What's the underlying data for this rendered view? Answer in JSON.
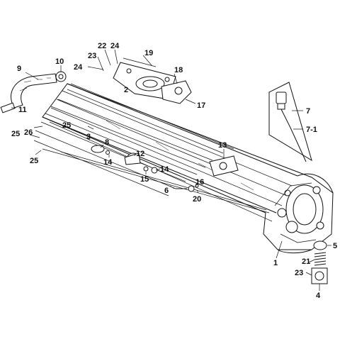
{
  "diagram": {
    "callouts": [
      {
        "id": "c1",
        "text": "1"
      },
      {
        "id": "c2",
        "text": "2"
      },
      {
        "id": "c3",
        "text": "3"
      },
      {
        "id": "c4",
        "text": "4"
      },
      {
        "id": "c5",
        "text": "5"
      },
      {
        "id": "c6",
        "text": "6"
      },
      {
        "id": "c7",
        "text": "7"
      },
      {
        "id": "c71",
        "text": "7-1"
      },
      {
        "id": "c8",
        "text": "8"
      },
      {
        "id": "c9",
        "text": "9"
      },
      {
        "id": "c10",
        "text": "10"
      },
      {
        "id": "c11",
        "text": "11"
      },
      {
        "id": "c12",
        "text": "12"
      },
      {
        "id": "c13",
        "text": "13"
      },
      {
        "id": "c14a",
        "text": "14"
      },
      {
        "id": "c14b",
        "text": "14"
      },
      {
        "id": "c15",
        "text": "15"
      },
      {
        "id": "c16",
        "text": "16"
      },
      {
        "id": "c17",
        "text": "17"
      },
      {
        "id": "c18",
        "text": "18"
      },
      {
        "id": "c19",
        "text": "19"
      },
      {
        "id": "c20",
        "text": "20"
      },
      {
        "id": "c21",
        "text": "21"
      },
      {
        "id": "c22",
        "text": "22"
      },
      {
        "id": "c23a",
        "text": "23"
      },
      {
        "id": "c23b",
        "text": "23"
      },
      {
        "id": "c24a",
        "text": "24"
      },
      {
        "id": "c24b",
        "text": "24"
      },
      {
        "id": "c25a",
        "text": "25"
      },
      {
        "id": "c25b",
        "text": "25"
      },
      {
        "id": "c25c",
        "text": "25"
      },
      {
        "id": "c26",
        "text": "26"
      }
    ]
  }
}
